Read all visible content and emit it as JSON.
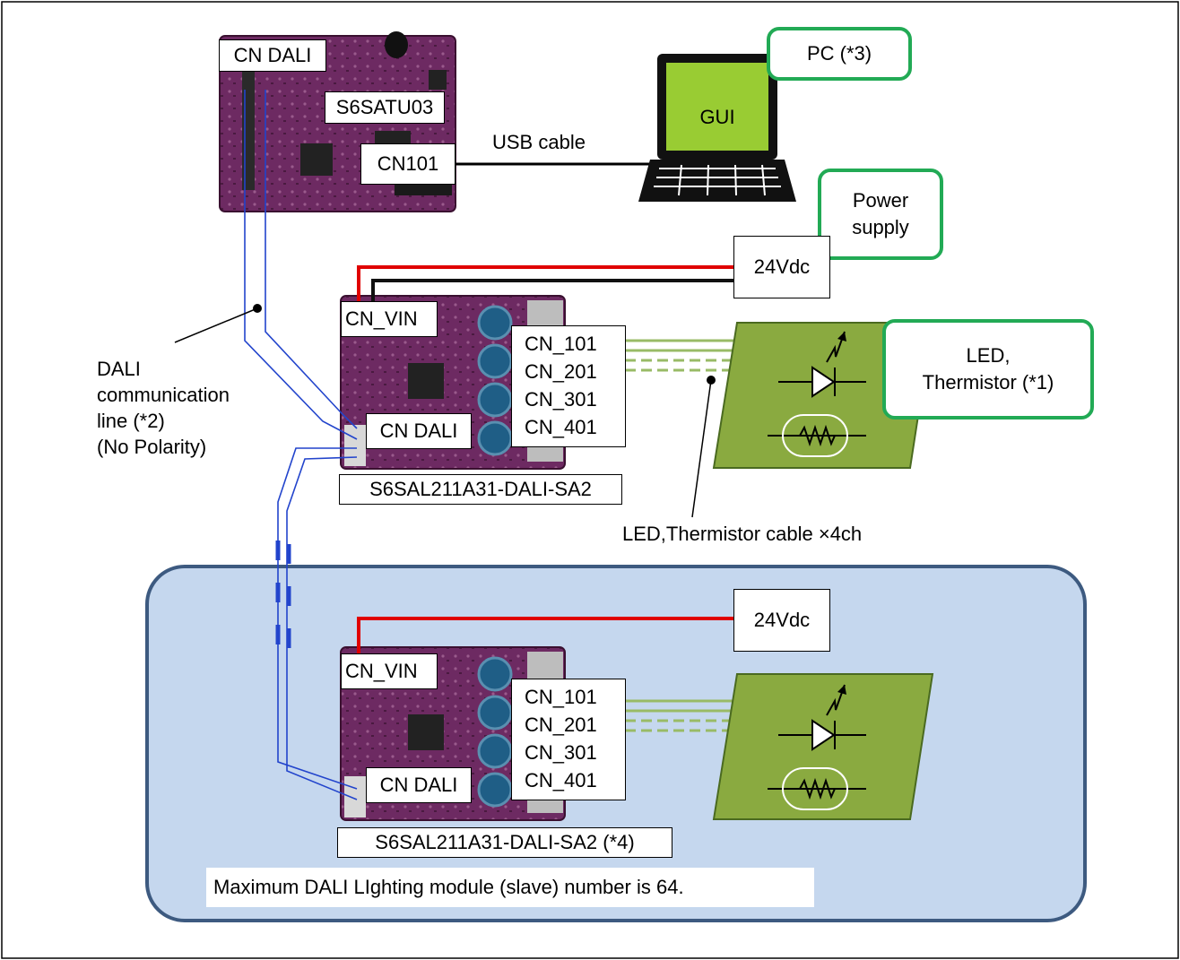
{
  "master_board": {
    "cn_dali_label": "CN DALI",
    "name_label": "S6SATU03",
    "usb_port_label": "CN101"
  },
  "usb_cable_label": "USB cable",
  "pc": {
    "screen_label": "GUI",
    "callout": "PC (*3)"
  },
  "power_supply": {
    "callout": "Power\nsupply",
    "voltage_top": "24Vdc",
    "voltage_bottom": "24Vdc"
  },
  "dali_line_note": "DALI\ncommunication\nline (*2)\n(No Polarity)",
  "slave_top": {
    "cn_vin": "CN_VIN",
    "cn_dali": "CN DALI",
    "connectors": [
      "CN_101",
      "CN_201",
      "CN_301",
      "CN_401"
    ],
    "board_name": "S6SAL211A31-DALI-SA2"
  },
  "slave_bottom": {
    "cn_vin": "CN_VIN",
    "cn_dali": "CN DALI",
    "connectors": [
      "CN_101",
      "CN_201",
      "CN_301",
      "CN_401"
    ],
    "board_name": "S6SAL211A31-DALI-SA2 (*4)"
  },
  "led_callout": "LED,\nThermistor (*1)",
  "led_cable_label": "LED,Thermistor cable ×4ch",
  "max_modules_note": "Maximum DALI LIghting module (slave) number is 64.",
  "colors": {
    "board_purple": "#6a2a5e",
    "callout_green": "#22aa55",
    "led_panel_green": "#8aaa40",
    "dali_line_blue": "#2244cc",
    "power_red": "#e00000",
    "slave_group_bg": "#c5d7ee",
    "slave_group_border": "#3d5a80"
  }
}
